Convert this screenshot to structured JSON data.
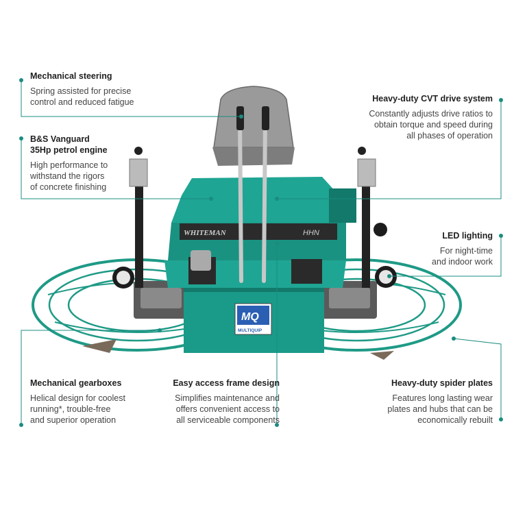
{
  "callouts": {
    "steering": {
      "title": "Mechanical steering",
      "desc": "Spring assisted for precise\ncontrol and reduced fatigue"
    },
    "engine": {
      "title": "B&S Vanguard\n35Hp petrol engine",
      "desc": "High performance to\nwithstand the rigors\nof concrete finishing"
    },
    "gearbox": {
      "title": "Mechanical gearboxes",
      "desc": "Helical design for coolest\nrunning*, trouble-free\nand superior operation"
    },
    "frame": {
      "title": "Easy access frame design",
      "desc": "Simplifies maintenance and\noffers convenient access to\nall serviceable components"
    },
    "cvt": {
      "title": "Heavy-duty CVT drive system",
      "desc": "Constantly adjusts drive ratios to\nobtain torque and speed during\nall phases of operation"
    },
    "led": {
      "title": "LED lighting",
      "desc": "For night-time\nand indoor work"
    },
    "spider": {
      "title": "Heavy-duty spider plates",
      "desc": "Features long lasting wear\nplates and hubs that can be\neconomically rebuilt"
    }
  },
  "machine": {
    "brand_panel": "WHITEMAN",
    "model_panel": "HHN",
    "logo_text": "MULTIQUIP",
    "logo_mark": "MQ"
  },
  "colors": {
    "leader": "#1a8c80",
    "body": "#1fa593",
    "body_dark": "#12796b",
    "ring": "#1e9a86"
  }
}
